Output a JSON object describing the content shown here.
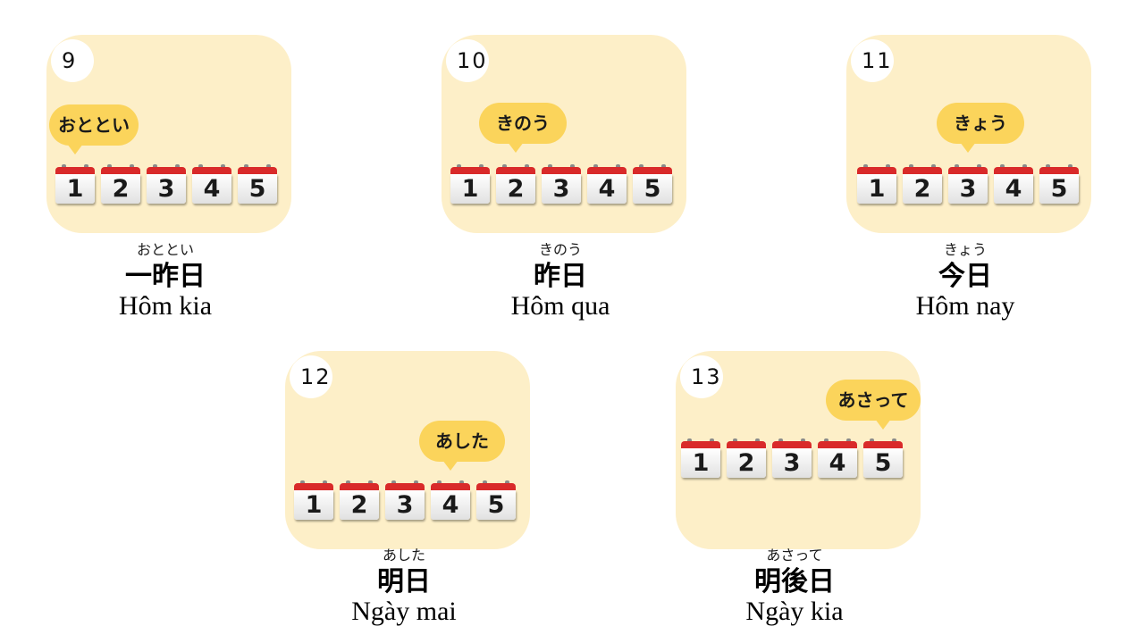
{
  "calendar_days": [
    "1",
    "2",
    "3",
    "4",
    "5"
  ],
  "cards": [
    {
      "number": "9",
      "bubble": "おととい",
      "kana": "おととい",
      "kanji": "一昨日",
      "vietnamese": "Hôm kia"
    },
    {
      "number": "10",
      "bubble": "きのう",
      "kana": "きのう",
      "kanji": "昨日",
      "vietnamese": "Hôm qua"
    },
    {
      "number": "11",
      "bubble": "きょう",
      "kana": "きょう",
      "kanji": "今日",
      "vietnamese": "Hôm nay"
    },
    {
      "number": "12",
      "bubble": "あした",
      "kana": "あした",
      "kanji": "明日",
      "vietnamese": "Ngày mai"
    },
    {
      "number": "13",
      "bubble": "あさって",
      "kana": "あさって",
      "kanji": "明後日",
      "vietnamese": "Ngày kia"
    }
  ],
  "colors": {
    "card_bg": "#fdefc8",
    "bubble": "#fbd45b",
    "calendar_top": "#d92a2a"
  },
  "icons": [
    "calendar-icon",
    "speech-bubble-icon"
  ]
}
